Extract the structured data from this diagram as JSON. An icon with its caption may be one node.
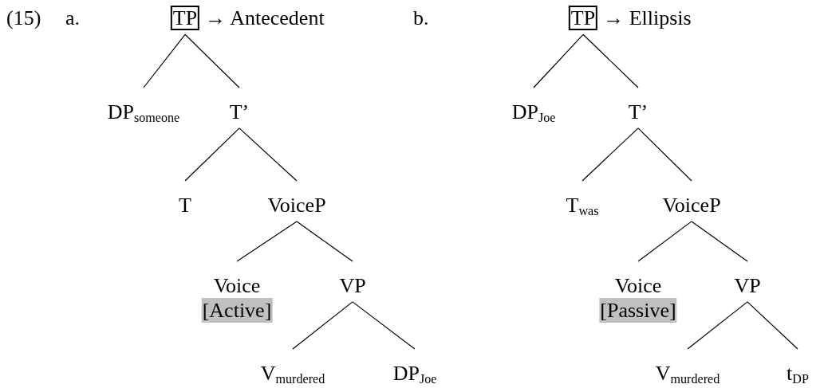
{
  "diagram": {
    "nodes": [
      {
        "text": [
          "TP"
        ],
        "beside": [
          "→ Antecedent"
        ]
      },
      {
        "text": [
          "DP$_{someone}$"
        ]
      },
      {
        "text": [
          "T’"
        ]
      },
      {
        "text": [
          "T"
        ]
      },
      {
        "text": [
          "VoiceP"
        ]
      },
      {
        "text": [
          "Voice",
          "[Active]"
        ]
      },
      {
        "text": [
          "VP"
        ]
      },
      {
        "text": [
          "V$_{murdered}$"
        ]
      },
      {
        "text": [
          "DP$_{Joe}$"
        ]
      },
      {
        "text": [
          "TP"
        ],
        "beside": [
          "→ Ellipsis"
        ]
      },
      {
        "text": [
          "DP$_{Joe}$"
        ]
      },
      {
        "text": [
          "T’"
        ]
      },
      {
        "text": [
          "T$_{was}$"
        ]
      },
      {
        "text": [
          "VoiceP"
        ]
      },
      {
        "text": [
          "Voice",
          "[Passive]"
        ]
      },
      {
        "text": [
          "VP"
        ]
      },
      {
        "text": [
          "V$_{murdered}$"
        ]
      },
      {
        "text": [
          "t$_{DP}$"
        ]
      }
    ],
    "edges": [
      {
        "from": 0,
        "to": 1,
        "arrow": "none"
      },
      {
        "from": 0,
        "to": 2,
        "arrow": "none"
      },
      {
        "from": 2,
        "to": 3,
        "arrow": "none"
      },
      {
        "from": 2,
        "to": 4,
        "arrow": "none"
      },
      {
        "from": 4,
        "to": 5,
        "arrow": "none"
      },
      {
        "from": 4,
        "to": 6,
        "arrow": "none"
      },
      {
        "from": 6,
        "to": 7,
        "arrow": "none"
      },
      {
        "from": 6,
        "to": 8,
        "arrow": "none"
      },
      {
        "from": 9,
        "to": 10,
        "arrow": "none"
      },
      {
        "from": 9,
        "to": 11,
        "arrow": "none"
      },
      {
        "from": 11,
        "to": 12,
        "arrow": "none"
      },
      {
        "from": 11,
        "to": 13,
        "arrow": "none"
      },
      {
        "from": 13,
        "to": 14,
        "arrow": "none"
      },
      {
        "from": 13,
        "to": 15,
        "arrow": "none"
      },
      {
        "from": 15,
        "to": 16,
        "arrow": "none"
      },
      {
        "from": 15,
        "to": 17,
        "arrow": "none"
      }
    ],
    "labels": [
      "(15)",
      "a.",
      "b."
    ]
  }
}
